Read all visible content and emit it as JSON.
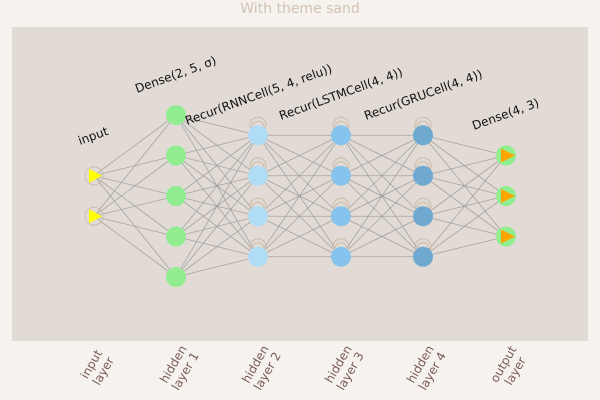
{
  "title": "With theme sand",
  "colors": {
    "input": "#ffff00",
    "dense": "#90ee90",
    "rnn": "#b0dcf5",
    "lstm": "#86c4ee",
    "gru": "#6fa9d0",
    "output_fill": "#90ee90",
    "output_arrow": "#ffa500"
  },
  "layers": [
    {
      "id": "input",
      "label": "input",
      "axis": [
        "input",
        "layer"
      ],
      "units": 2,
      "type": "input"
    },
    {
      "id": "dense",
      "label": "Dense(2, 5, σ)",
      "axis": [
        "hidden",
        "layer 1"
      ],
      "units": 5,
      "type": "dense"
    },
    {
      "id": "rnn",
      "label": "Recur(RNNCell(5, 4, relu))",
      "axis": [
        "hidden",
        "layer 2"
      ],
      "units": 4,
      "type": "recurrent"
    },
    {
      "id": "lstm",
      "label": "Recur(LSTMCell(4, 4))",
      "axis": [
        "hidden",
        "layer 3"
      ],
      "units": 4,
      "type": "recurrent"
    },
    {
      "id": "gru",
      "label": "Recur(GRUCell(4, 4))",
      "axis": [
        "hidden",
        "layer 4"
      ],
      "units": 4,
      "type": "recurrent"
    },
    {
      "id": "output",
      "label": "Dense(4, 3)",
      "axis": [
        "output",
        "layer"
      ],
      "units": 3,
      "type": "output"
    }
  ]
}
